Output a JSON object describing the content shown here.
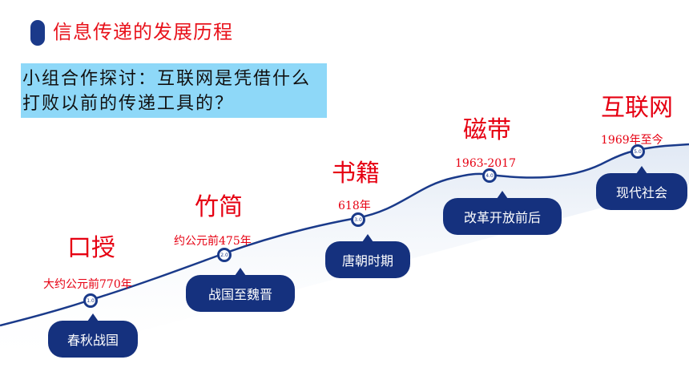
{
  "header": {
    "title": "信息传递的发展历程",
    "question": "小组合作探讨：互联网是凭借什么打败以前的传递工具的？"
  },
  "stages": [
    {
      "name": "口授",
      "date": "大约公元前770年",
      "node": "1.0",
      "period": "春秋战国"
    },
    {
      "name": "竹简",
      "date": "约公元前475年",
      "node": "2.0",
      "period": "战国至魏晋"
    },
    {
      "name": "书籍",
      "date": "618年",
      "node": "3.0",
      "period": "唐朝时期"
    },
    {
      "name": "磁带",
      "date": "1963-2017",
      "node": "4.0",
      "period": "改革开放前后"
    },
    {
      "name": "互联网",
      "date": "1969年至今",
      "node": "5.0",
      "period": "现代社会"
    }
  ],
  "colors": {
    "accent_red": "#e60012",
    "navy": "#15317e",
    "question_bg": "#8ed8f8"
  }
}
